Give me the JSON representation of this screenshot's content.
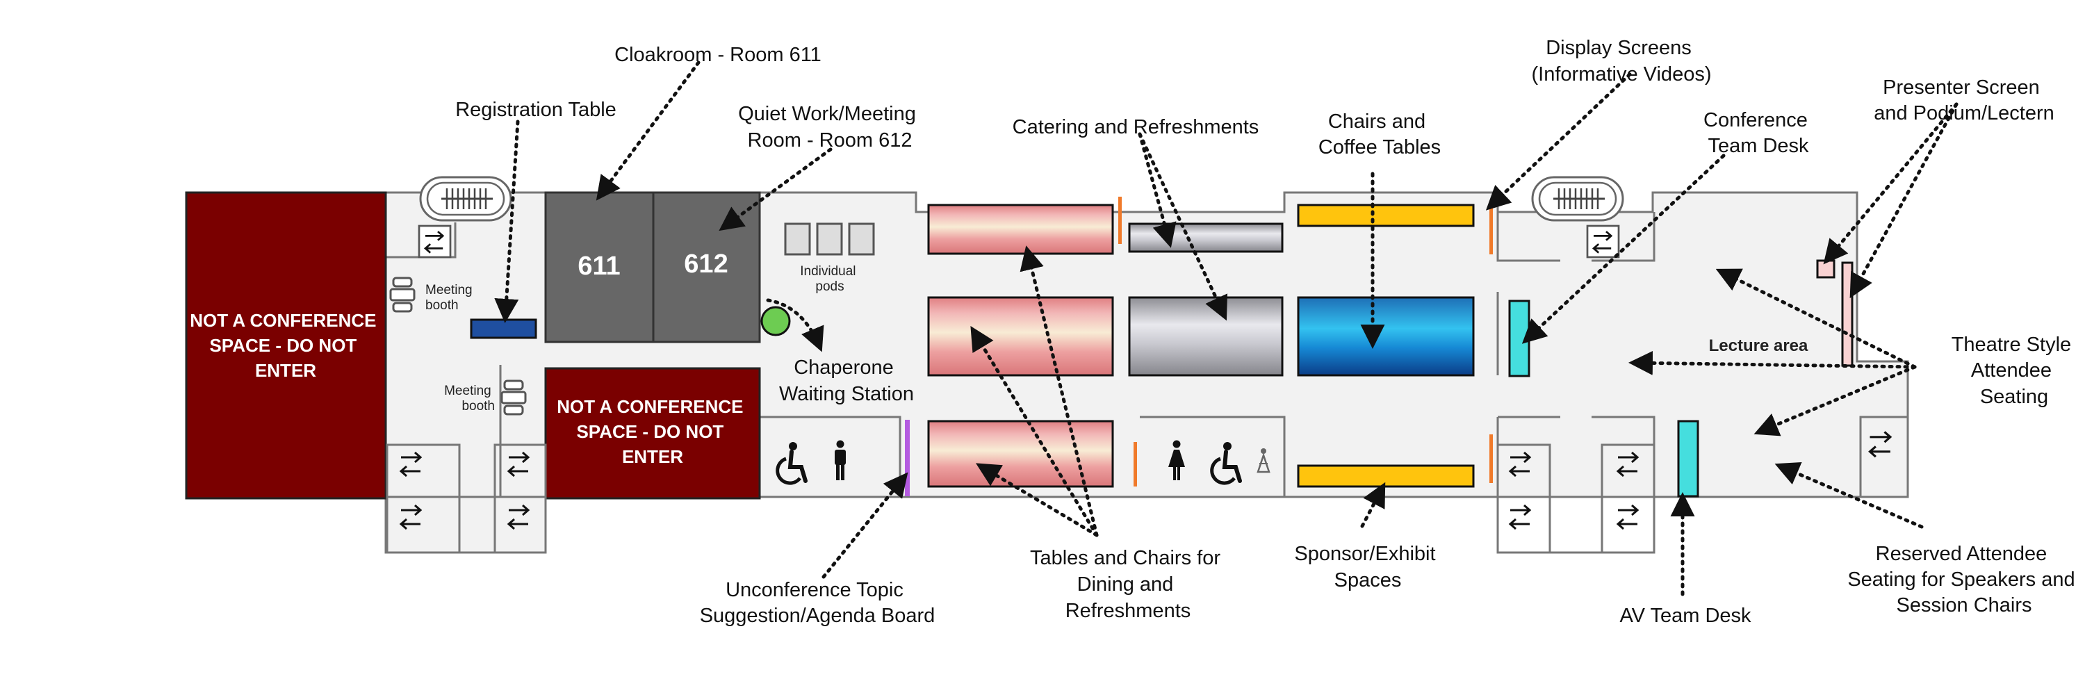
{
  "colors": {
    "restricted": "#7a0000",
    "room": "#676767",
    "floor": "#f2f2f2",
    "wall": "#666666",
    "registration": "#1f4fa0",
    "chaperone": "#6dcc52",
    "screen": "#f07a2a",
    "sponsor": "#ffc40d",
    "av": "#45dede",
    "board": "#b45be0",
    "presenter": "#f9d2d2"
  },
  "icons": [
    "wheelchair-icon",
    "person-icon",
    "woman-icon",
    "baby-changing-icon",
    "stairs-icon",
    "door-arrows-icon",
    "meeting-booth-icon"
  ],
  "restricted": {
    "label_main": [
      "NOT A CONFERENCE",
      "SPACE - DO NOT",
      "ENTER"
    ],
    "label_second": [
      "NOT A CONFERENCE",
      "SPACE - DO NOT",
      "ENTER"
    ]
  },
  "rooms": {
    "r611": "611",
    "r612": "612"
  },
  "map_labels": {
    "meeting_booth_1": [
      "Meeting",
      "booth"
    ],
    "meeting_booth_2": [
      "Meeting",
      "booth"
    ],
    "individual_pods": [
      "Individual",
      "pods"
    ],
    "lecture_area": "Lecture area"
  },
  "callouts": {
    "cloakroom": [
      "Cloakroom - Room 611"
    ],
    "registration": [
      "Registration Table"
    ],
    "quiet_room": [
      "Quiet Work/Meeting",
      "Room - Room 612"
    ],
    "catering": [
      "Catering and Refreshments"
    ],
    "chairs": [
      "Chairs and",
      "Coffee Tables"
    ],
    "display": [
      "Display Screens",
      "(Informative Videos)"
    ],
    "team_desk": [
      "Conference",
      "Team Desk"
    ],
    "presenter": [
      "Presenter Screen",
      "and Podium/Lectern"
    ],
    "chaperone": [
      "Chaperone",
      "Waiting Station"
    ],
    "theatre": [
      "Theatre Style",
      "Attendee",
      "Seating"
    ],
    "board": [
      "Unconference Topic",
      "Suggestion/Agenda Board"
    ],
    "tables": [
      "Tables and Chairs for",
      "Dining and",
      "Refreshments"
    ],
    "sponsor": [
      "Sponsor/Exhibit",
      "Spaces"
    ],
    "av": [
      "AV Team Desk"
    ],
    "reserved": [
      "Reserved Attendee",
      "Seating for Speakers and",
      "Session Chairs"
    ]
  }
}
